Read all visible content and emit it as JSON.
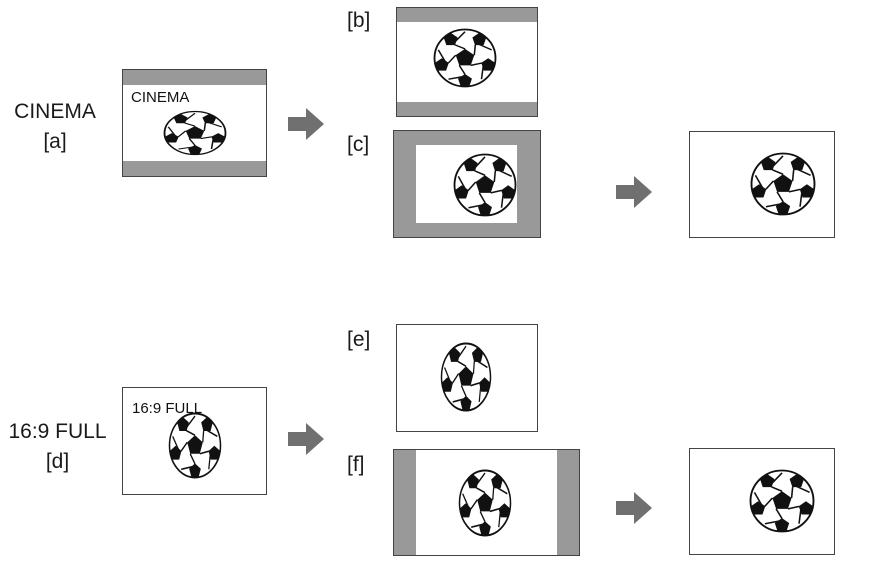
{
  "colors": {
    "bar": "#999999",
    "frame": "#444444",
    "ball_dark": "#111111",
    "arrow": "#707070"
  },
  "rows": [
    {
      "mode_label": "CINEMA",
      "mode_tag": "[a]",
      "source_osd": "CINEMA",
      "tag_top": "[b]",
      "tag_bottom": "[c]"
    },
    {
      "mode_label": "16:9 FULL",
      "mode_tag": "[d]",
      "source_osd": "16:9 FULL",
      "tag_top": "[e]",
      "tag_bottom": "[f]"
    }
  ]
}
